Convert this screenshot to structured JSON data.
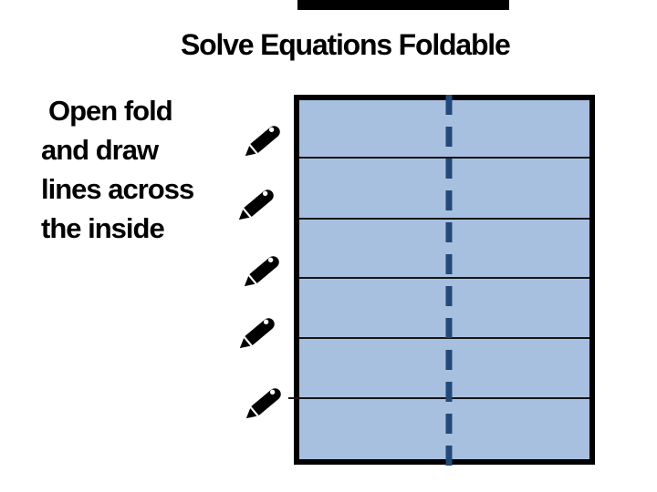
{
  "slide": {
    "title": "Solve Equations Foldable",
    "background_color": "#FFFFFF",
    "text_color": "#000000",
    "top_strip": {
      "color": "#000000"
    },
    "instructions": {
      "lines": [
        "Open fold",
        "and draw",
        "lines across",
        "the inside"
      ]
    },
    "foldable": {
      "fill_color": "#A8C0DF",
      "border_color": "#000000",
      "rule_color": "#161616",
      "rule_count": 5,
      "sections": 6,
      "fold_dash_color": "#22497A",
      "pencil_color": "#000000",
      "pencil_count": 5
    }
  }
}
